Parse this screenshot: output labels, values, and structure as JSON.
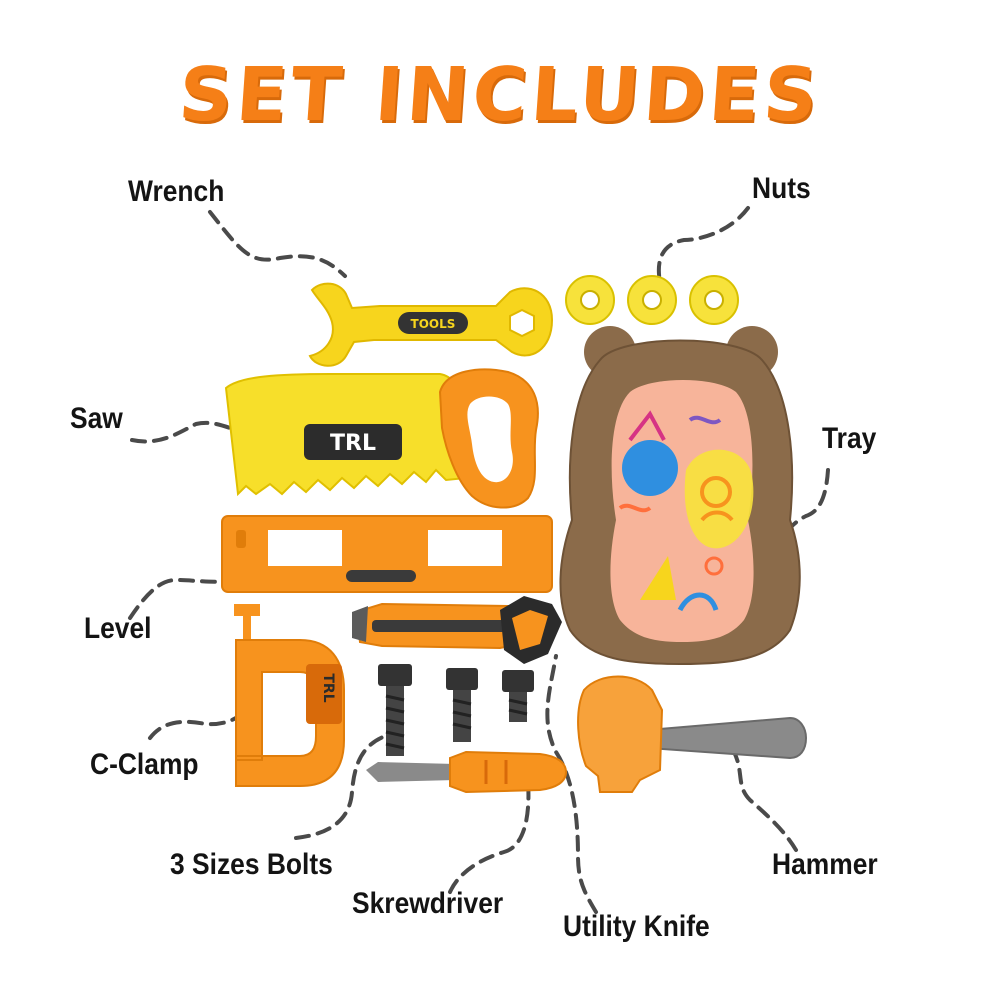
{
  "heading": "SET INCLUDES",
  "labels": {
    "wrench": "Wrench",
    "nuts": "Nuts",
    "saw": "Saw",
    "tray": "Tray",
    "level": "Level",
    "c_clamp": "C-Clamp",
    "bolts": "3 Sizes Bolts",
    "screwdriver": "Skrewdriver",
    "utility_knife": "Utility Knife",
    "hammer": "Hammer"
  },
  "logos": {
    "wrench_logo": "TOOLS",
    "saw_logo": "TRL",
    "clamp_logo": "TRL"
  },
  "colors": {
    "heading": "#f57f17",
    "label_text": "#141414",
    "leader_line": "#4a4a4a",
    "toy_yellow": "#f7d51d",
    "toy_orange": "#f7931e",
    "tray_brown": "#8b6b4a",
    "tray_peach": "#f7b49a"
  }
}
